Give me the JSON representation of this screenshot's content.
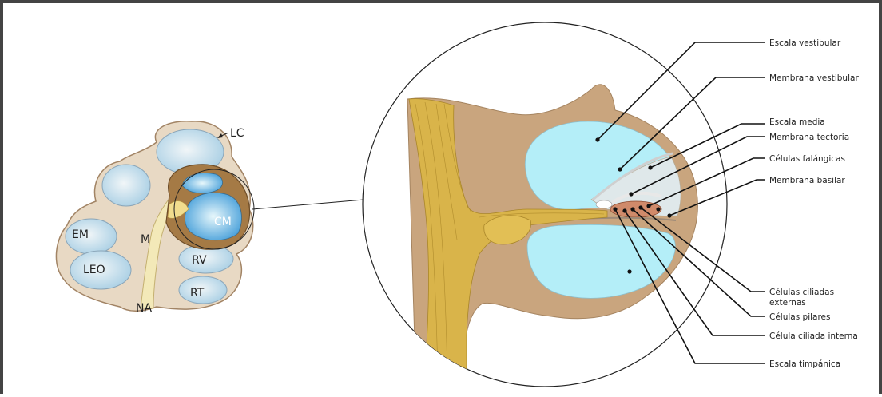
{
  "small_view": {
    "labels": {
      "lc": "LC",
      "em": "EM",
      "m": "M",
      "cm": "CM",
      "leo": "LEO",
      "rv": "RV",
      "rt": "RT",
      "na": "NA"
    }
  },
  "detail_view": {
    "labels": [
      "Escala vestibular",
      "Membrana vestibular",
      "Escala media",
      "Membrana tectoria",
      "Células falángicas",
      "Membrana basilar",
      "Células ciliadas",
      "externas",
      "Células pilares",
      "Célula ciliada interna",
      "Escala timpánica"
    ]
  },
  "colors": {
    "frame": "#444444",
    "bone": "#c9a57e",
    "bone_light": "#e6d6c0",
    "fluid": "#b4eef8",
    "nerve": "#d9b44a",
    "duct_brown": "#a57a45",
    "line": "#111111"
  }
}
